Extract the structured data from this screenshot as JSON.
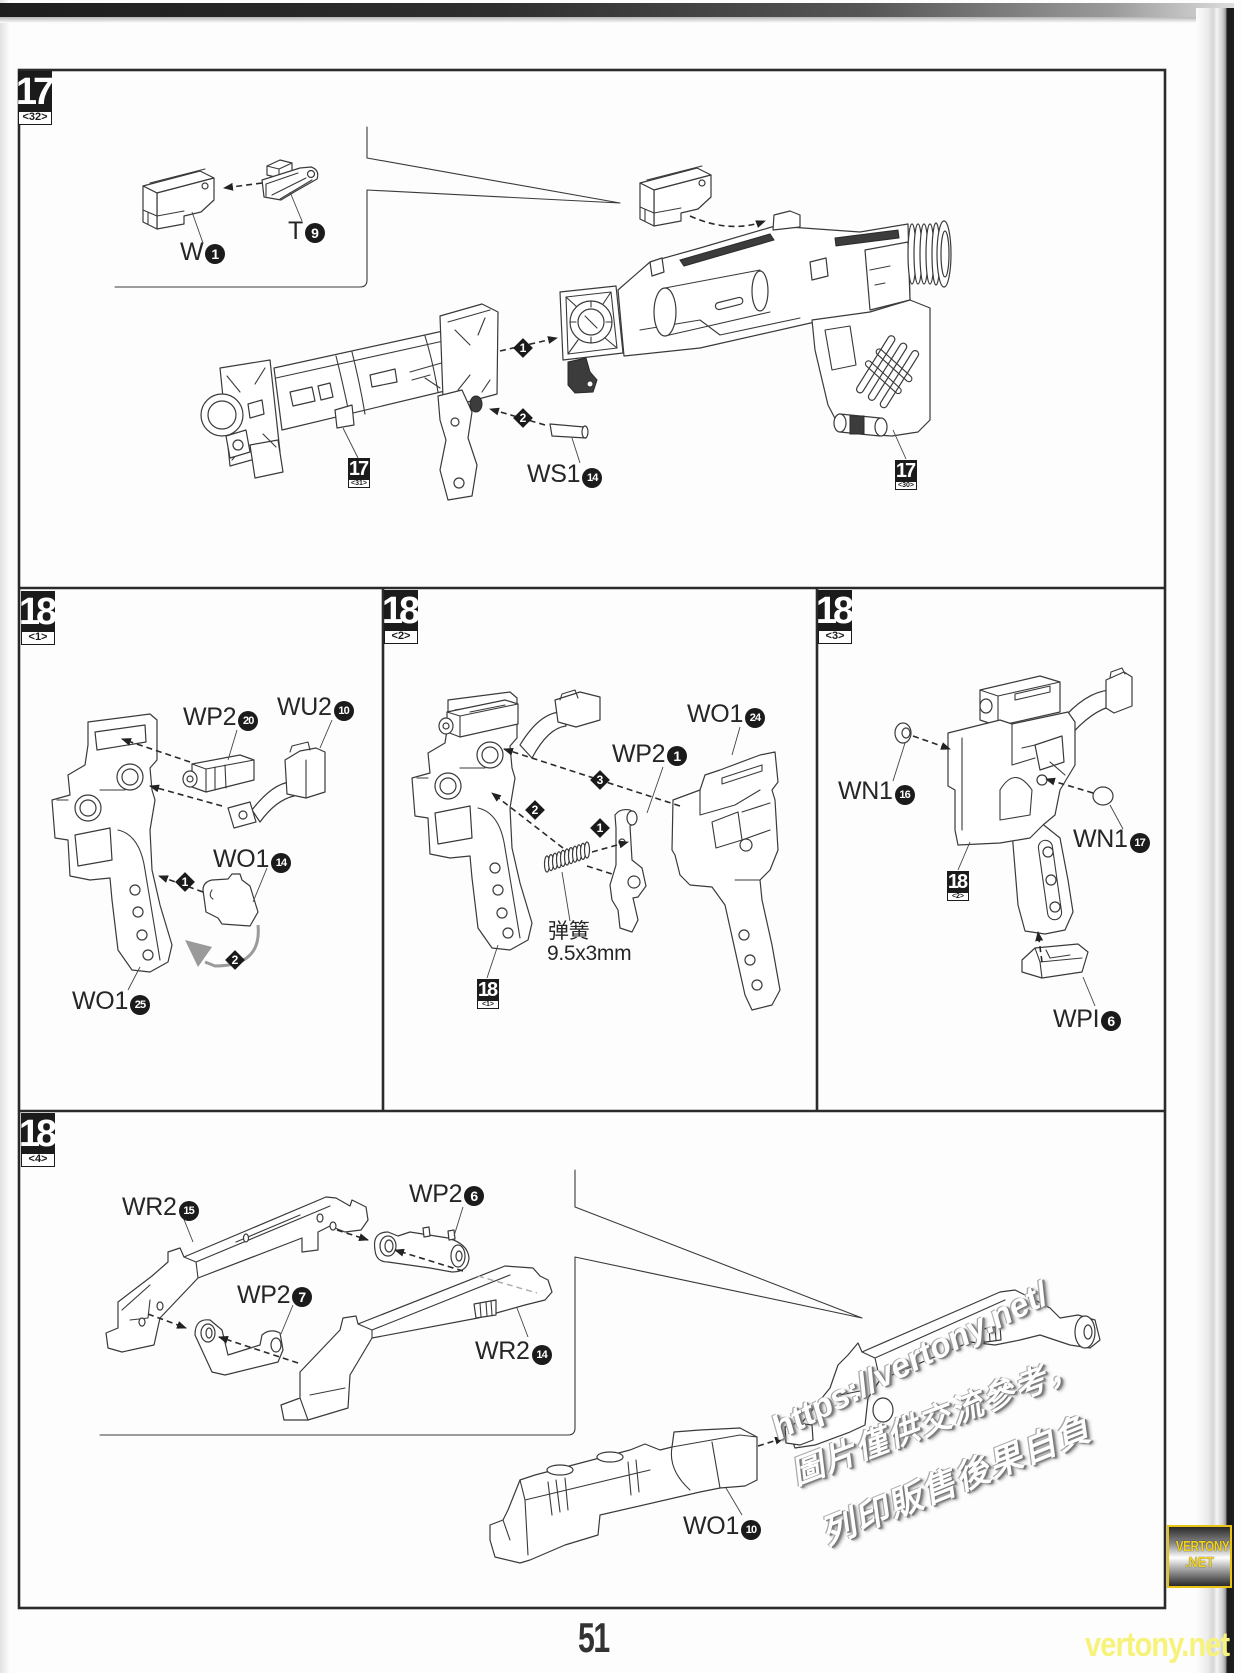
{
  "page": {
    "number": "51"
  },
  "colors": {
    "badge": "#1b1b1b",
    "logo_gold": "#f2d31b",
    "footer_yellow": "#f6f27a"
  },
  "steps": {
    "s17": {
      "badge": {
        "number": "17",
        "sub": "<32>"
      },
      "parts": [
        {
          "code": "W",
          "num": "1"
        },
        {
          "code": "T",
          "num": "9"
        },
        {
          "code": "WS1",
          "num": "14"
        }
      ],
      "substeps": [
        "1",
        "2"
      ],
      "refs": [
        {
          "number": "17",
          "sub": "<31>"
        },
        {
          "number": "17",
          "sub": "<30>"
        }
      ]
    },
    "s18_1": {
      "badge": {
        "number": "18",
        "sub": "<1>"
      },
      "parts": [
        {
          "code": "WP2",
          "num": "20"
        },
        {
          "code": "WU2",
          "num": "10"
        },
        {
          "code": "WO1",
          "num": "14"
        },
        {
          "code": "WO1",
          "num": "25"
        }
      ],
      "substeps": [
        "1",
        "2"
      ]
    },
    "s18_2": {
      "badge": {
        "number": "18",
        "sub": "<2>"
      },
      "parts": [
        {
          "code": "WO1",
          "num": "24"
        },
        {
          "code": "WP2",
          "num": "1"
        }
      ],
      "spring": {
        "label": "弹簧",
        "size": "9.5x3mm"
      },
      "substeps": [
        "1",
        "2",
        "3"
      ],
      "refs": [
        {
          "number": "18",
          "sub": "<1>"
        }
      ]
    },
    "s18_3": {
      "badge": {
        "number": "18",
        "sub": "<3>"
      },
      "parts": [
        {
          "code": "WN1",
          "num": "16"
        },
        {
          "code": "WN1",
          "num": "17"
        },
        {
          "code": "WPI",
          "num": "6"
        }
      ],
      "refs": [
        {
          "number": "18",
          "sub": "<2>"
        }
      ]
    },
    "s18_4": {
      "badge": {
        "number": "18",
        "sub": "<4>"
      },
      "parts": [
        {
          "code": "WR2",
          "num": "15"
        },
        {
          "code": "WP2",
          "num": "6"
        },
        {
          "code": "WP2",
          "num": "7"
        },
        {
          "code": "WR2",
          "num": "14"
        },
        {
          "code": "WO1",
          "num": "10"
        }
      ]
    }
  },
  "watermark": {
    "url": "https://vertony.net/",
    "line1": "圖片僅供交流參考，",
    "line2": "列印販售後果自負"
  },
  "logo": {
    "line1": "VERTONY",
    "line2": ".NET",
    "footer": "vertony.net"
  }
}
